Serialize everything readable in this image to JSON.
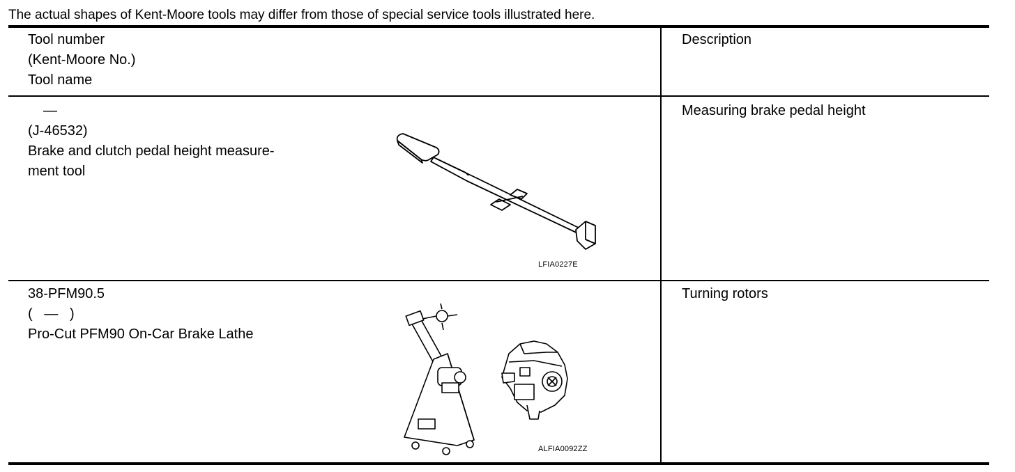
{
  "note": "The actual shapes of Kent-Moore tools may differ from those of special service tools illustrated here.",
  "header": {
    "tool_lines": [
      "Tool number",
      "(Kent-Moore No.)",
      "Tool name"
    ],
    "description": "Description"
  },
  "rows": [
    {
      "tool_number": "—",
      "kent_moore": "(J-46532)",
      "tool_name_lines": [
        "Brake and clutch pedal height measure-",
        "ment tool"
      ],
      "illustration_code": "LFIA0227E",
      "description": "Measuring brake pedal height"
    },
    {
      "tool_number": "38-PFM90.5",
      "kent_moore": "(   —   )",
      "tool_name_lines": [
        "Pro-Cut PFM90 On-Car Brake Lathe"
      ],
      "illustration_code": "ALFIA0092ZZ",
      "description": "Turning rotors"
    }
  ]
}
